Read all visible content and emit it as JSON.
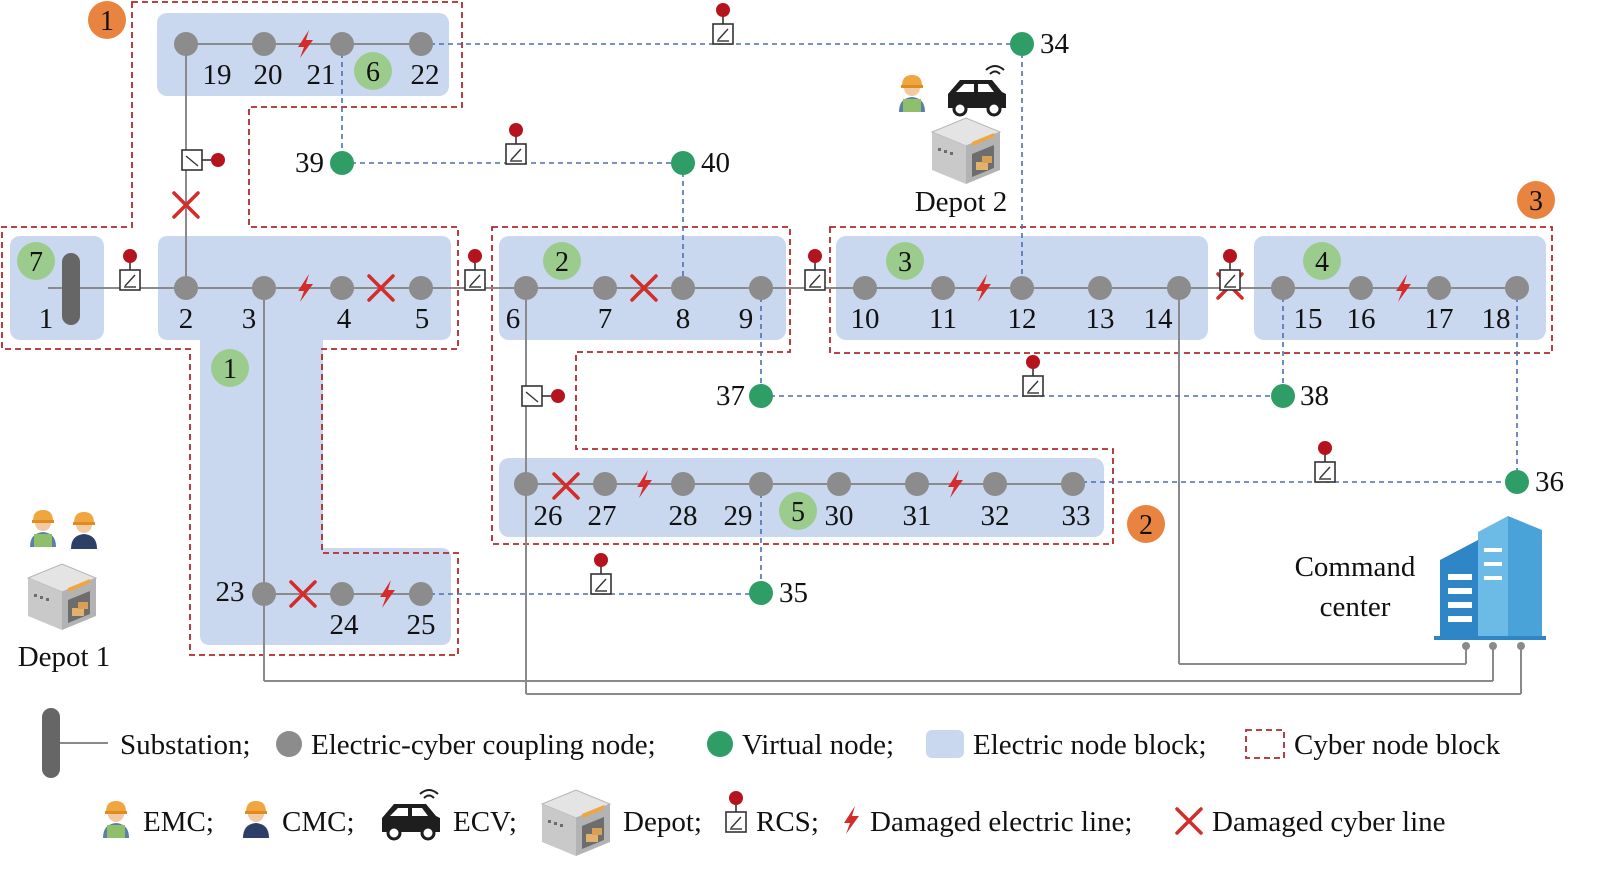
{
  "colors": {
    "electric_block_fill": "#c9d8ee",
    "cyber_block_border": "#b02a2a",
    "coupling_node": "#8c8c8c",
    "virtual_node": "#2e9e66",
    "cyber_link": "#4a6fb5",
    "electric_line": "#8a8a8a",
    "damage_red": "#d42b2b",
    "electric_block_badge": "#9ccc8d",
    "cyber_block_badge": "#e8843f",
    "rcs_head": "#b5141f",
    "building_blue": "#4aa3d8"
  },
  "nodes": {
    "n1": "1",
    "n2": "2",
    "n3": "3",
    "n4": "4",
    "n5": "5",
    "n6": "6",
    "n7": "7",
    "n8": "8",
    "n9": "9",
    "n10": "10",
    "n11": "11",
    "n12": "12",
    "n13": "13",
    "n14": "14",
    "n15": "15",
    "n16": "16",
    "n17": "17",
    "n18": "18",
    "n19": "19",
    "n20": "20",
    "n21": "21",
    "n22": "22",
    "n23": "23",
    "n24": "24",
    "n25": "25",
    "n26": "26",
    "n27": "27",
    "n28": "28",
    "n29": "29",
    "n30": "30",
    "n31": "31",
    "n32": "32",
    "n33": "33",
    "v34": "34",
    "v35": "35",
    "v36": "36",
    "v37": "37",
    "v38": "38",
    "v39": "39",
    "v40": "40"
  },
  "electric_blocks": {
    "e1": "1",
    "e2": "2",
    "e3": "3",
    "e4": "4",
    "e5": "5",
    "e6": "6",
    "e7": "7"
  },
  "cyber_blocks": {
    "c1": "1",
    "c2": "2",
    "c3": "3"
  },
  "depots": {
    "depot1": "Depot 1",
    "depot2": "Depot 2"
  },
  "command_center": {
    "line1": "Command",
    "line2": "center"
  },
  "legend": {
    "substation": "Substation;",
    "coupling_node": "Electric-cyber coupling node;",
    "virtual_node": "Virtual node;",
    "electric_block": "Electric node block;",
    "cyber_block": "Cyber node block",
    "emc": "EMC;",
    "cmc": "CMC;",
    "ecv": "ECV;",
    "depot": "Depot;",
    "rcs": "RCS;",
    "damaged_electric": "Damaged electric line;",
    "damaged_cyber": "Damaged cyber line"
  }
}
